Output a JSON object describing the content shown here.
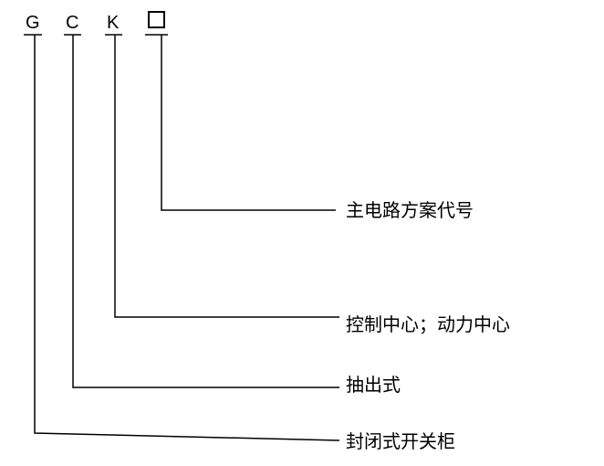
{
  "code": {
    "letters": [
      "G",
      "C",
      "K"
    ],
    "placeholder_icon": "empty-square-icon"
  },
  "descriptions": [
    "主电路方案代号",
    "控制中心；动力中心",
    "抽出式",
    "封闭式开关柜"
  ],
  "colors": {
    "line": "#000000",
    "text": "#000000",
    "background": "#ffffff"
  }
}
